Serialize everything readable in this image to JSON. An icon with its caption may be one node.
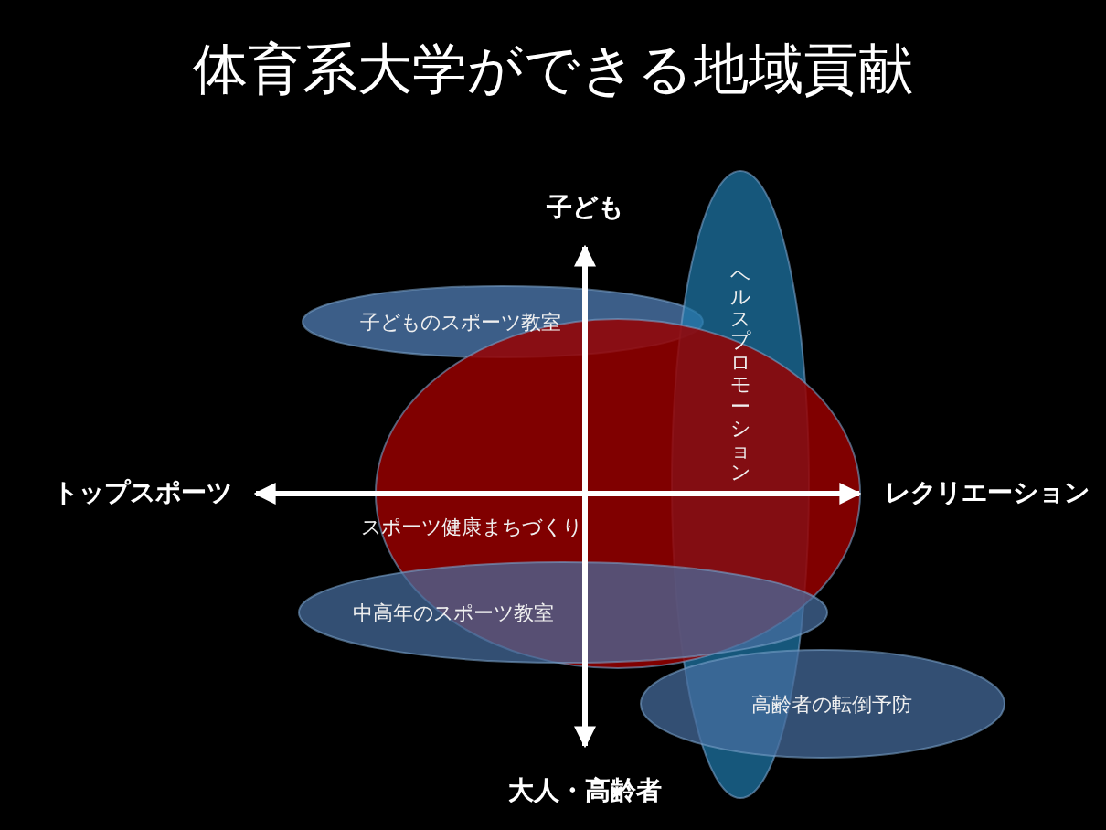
{
  "diagram": {
    "title": "体育系大学ができる地域貢献",
    "nodes": [
      {
        "text": [
          "子どものスポーツ教室"
        ]
      },
      {
        "text": [
          "ヘルスプロモーション"
        ]
      },
      {
        "text": [
          "スポーツ健康まちづくり"
        ]
      },
      {
        "text": [
          "中高年のスポーツ教室"
        ]
      },
      {
        "text": [
          "高齢者の転倒予防"
        ]
      }
    ],
    "labels": [
      "子ども",
      "トップスポーツ",
      "レクリエーション",
      "大人・高齢者"
    ]
  }
}
